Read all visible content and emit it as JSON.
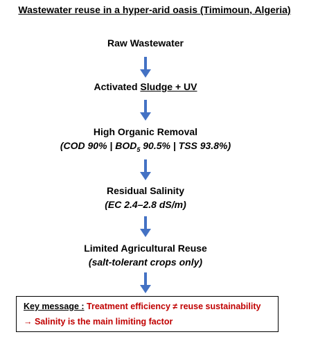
{
  "title": "Wastewater reuse in a hyper-arid oasis (Timimoun, Algeria)",
  "steps": [
    {
      "label": "Raw Wastewater"
    },
    {
      "label_pre": "Activated ",
      "label_underlined": "Sludge + UV"
    },
    {
      "label": "High Organic Removal",
      "detail_pre": "(COD 90% | BOD",
      "detail_sub": "5",
      "detail_post": " 90.5% | TSS 93.8%)"
    },
    {
      "label": "Residual Salinity",
      "detail": "(EC 2.4–2.8 dS/m)"
    },
    {
      "label": "Limited Agricultural Reuse",
      "detail": "(salt-tolerant crops only)"
    }
  ],
  "message": {
    "key_label": "Key message :",
    "line1": " Treatment efficiency ≠ reuse sustainability",
    "arrow_glyph": "→",
    "line2": " Salinity is the main limiting factor"
  },
  "colors": {
    "arrow": "#4472c4",
    "highlight": "#c00000",
    "text": "#000000"
  }
}
